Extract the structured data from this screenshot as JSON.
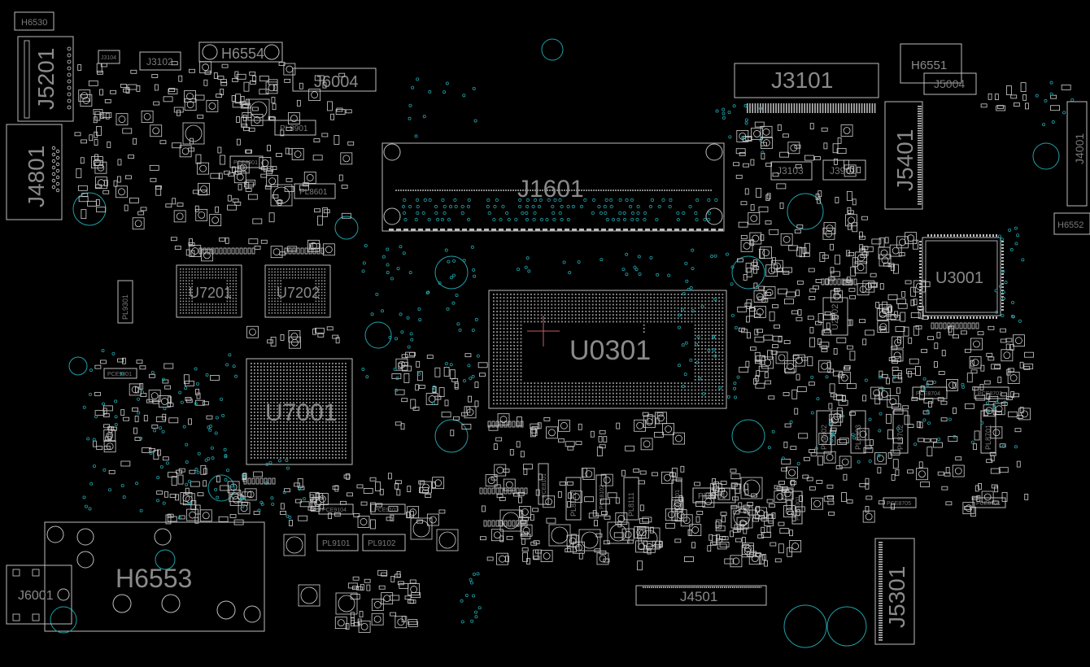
{
  "board": {
    "colors": {
      "background": "#000000",
      "outline": "#bdbdbd",
      "label": "#8a8a8a",
      "via": "#1fa0a8"
    },
    "main_labels": {
      "u0301": "U0301",
      "j1601": "J1601",
      "u7001": "U7001",
      "h6553": "H6553",
      "j3101": "J3101",
      "j5201": "J5201",
      "j4801": "J4801",
      "j5401": "J5401",
      "j5301": "J5301",
      "u3001": "U3001",
      "u7201": "U7201",
      "u7202": "U7202",
      "j6004": "J6004",
      "h6554": "H6554",
      "h6551": "H6551",
      "j4501": "J4501",
      "j6001": "J6001",
      "h6530": "H6530",
      "j3102": "J3102",
      "j3103": "J3103",
      "j3901": "J3901",
      "j5004": "J5004",
      "j4001": "J4001",
      "h6552": "H6552",
      "u2802": "U2802"
    },
    "small_labels": {
      "pl8901": "PL8901",
      "pl8601": "PL8601",
      "pl9101": "PL9101",
      "pl9102": "PL9102",
      "pl9301": "PL9301",
      "pl8201": "PL8201",
      "pl9302": "PL9302",
      "pl8303": "PL8303",
      "pl8702": "PL8702",
      "pl8701": "PL8701",
      "pl8112": "PL8112",
      "pl8111": "PL8111",
      "j3104": "J3104",
      "pce8901": "PCE8901",
      "pce8704": "PCE8704",
      "pce8703": "PCE8703",
      "pce9301": "PCE9301",
      "pce9104": "PCE9104",
      "pce9103": "PCE9103",
      "pce8705": "PCE8705",
      "pce8701": "PCE8701",
      "pce8101": "PCE8101",
      "pce8102": "PCE8102",
      "pce8201": "PCE8201",
      "pce8301": "PCE8301"
    }
  }
}
